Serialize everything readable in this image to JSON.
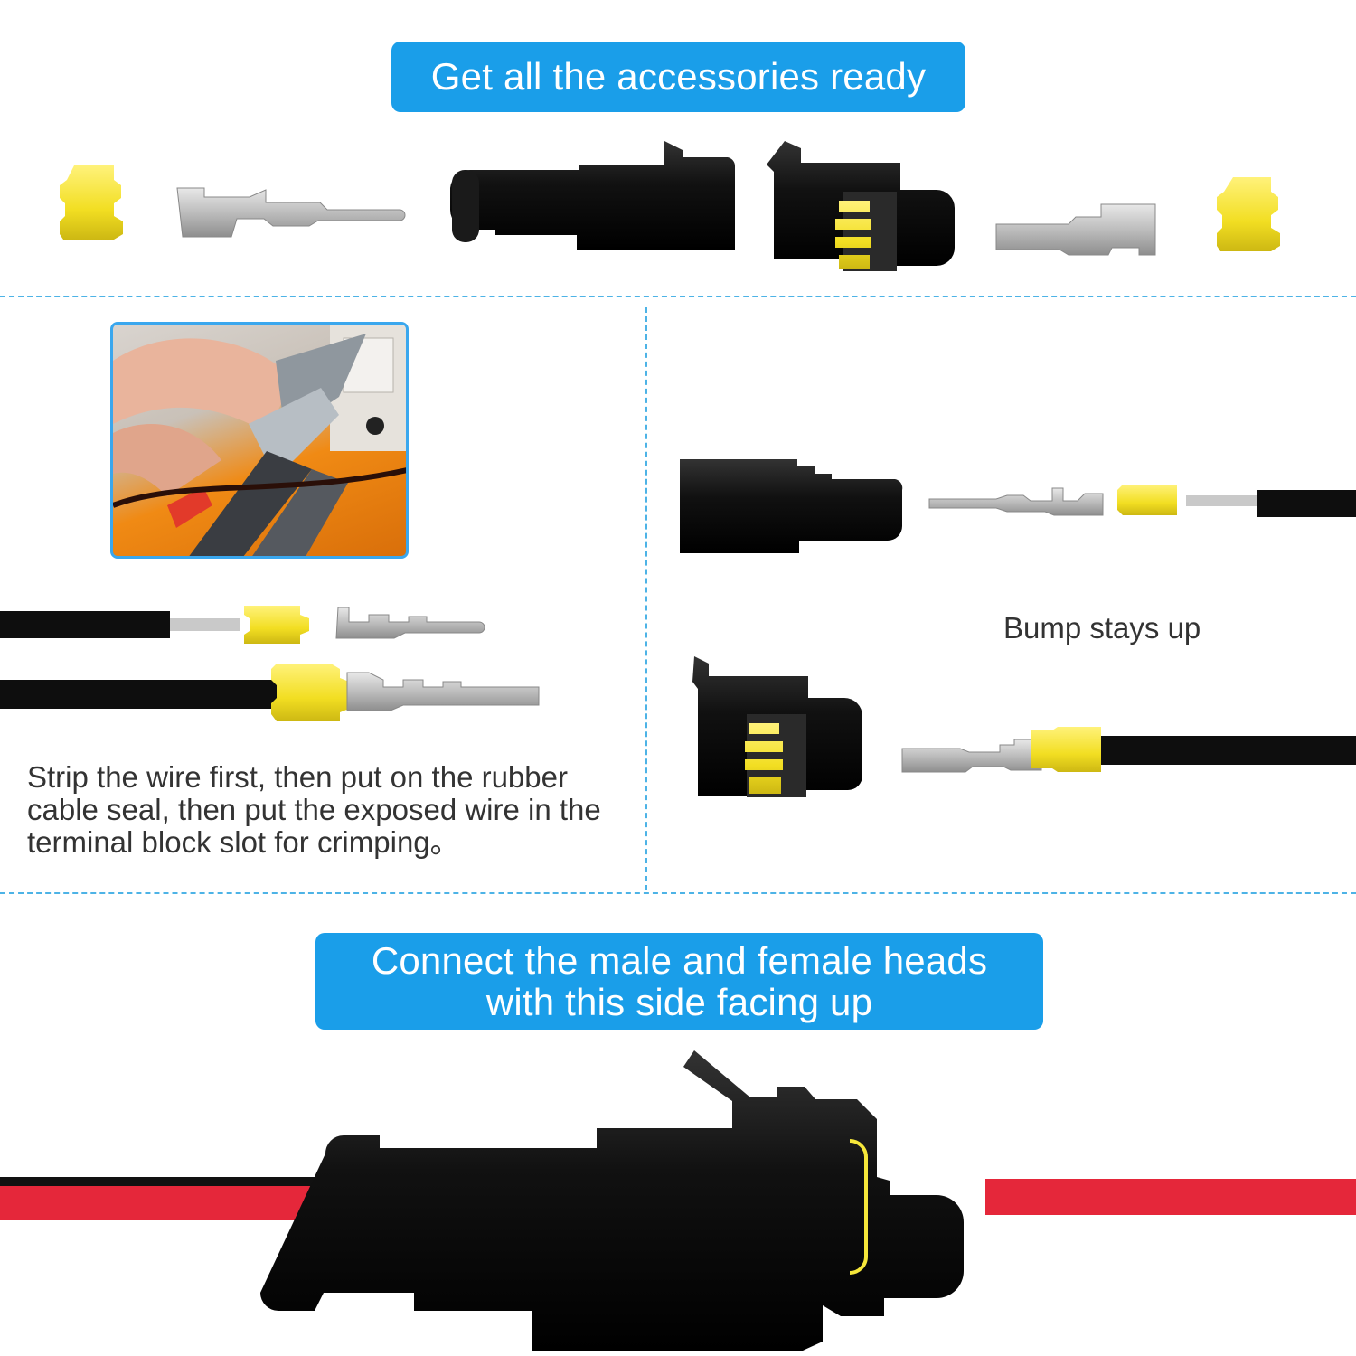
{
  "banners": {
    "top": "Get all the accessories ready",
    "bottom_line1": "Connect the male and female heads",
    "bottom_line2": "with this side facing up"
  },
  "captions": {
    "left": "Strip the wire first, then put on the rubber cable seal, then put the exposed wire in the terminal block slot for crimping。",
    "right": "Bump stays up"
  },
  "colors": {
    "banner": "#1a9ee9",
    "divider": "#4db3e6",
    "connector": "#111111",
    "seal": "#f5e63a",
    "terminal": "#c8c8c8",
    "wire_red": "#e5273a",
    "wire_black": "#111111"
  }
}
